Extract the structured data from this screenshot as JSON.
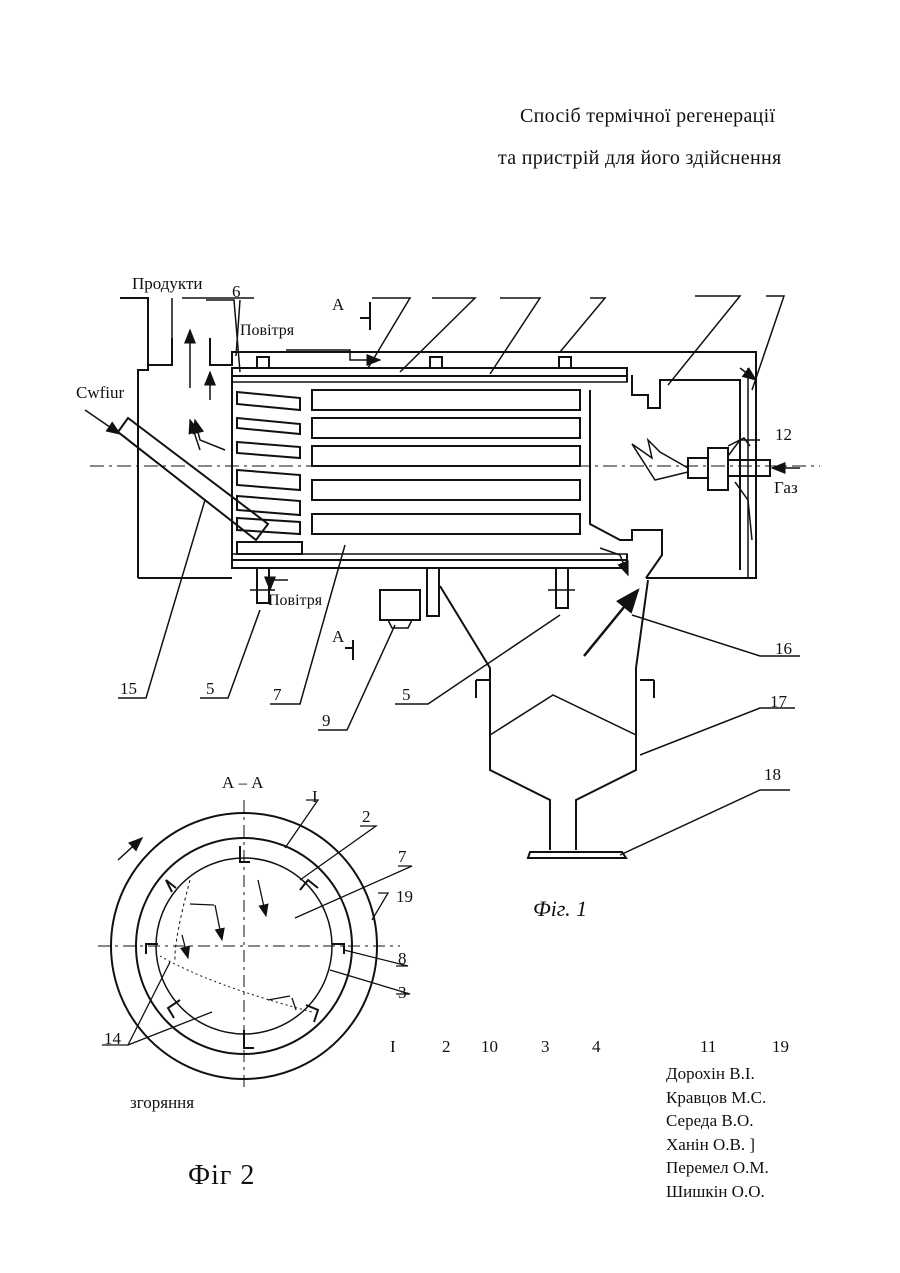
{
  "document": {
    "title_line1": "Спосіб термічної регенерації",
    "title_line2": "та пристрій для його здійснення"
  },
  "figure1": {
    "caption": "Фіг. 1",
    "labels": {
      "products": "Продукти",
      "air_top": "Повітря",
      "air_bottom": "Повітря",
      "cwfiur": "Cwfiur",
      "gas": "Газ",
      "section_a_top": "А",
      "section_a_bottom": "А"
    },
    "numbers": {
      "n6": "6",
      "n12": "12",
      "n15": "15",
      "n5a": "5",
      "n7": "7",
      "n9": "9",
      "n5b": "5",
      "n16": "16",
      "n17": "17",
      "n18": "18"
    }
  },
  "figure2": {
    "section_title": "А – А",
    "caption": "Фіг 2",
    "combustion": "згоряння",
    "numbers": {
      "n1": "І",
      "n2": "2",
      "n7": "7",
      "n19": "19",
      "n8": "8",
      "n3": "3",
      "n14": "14"
    }
  },
  "bottom_numbers": {
    "a": "І",
    "b": "2",
    "c": "10",
    "d": "3",
    "e": "4",
    "f": "11",
    "g": "19"
  },
  "authors": [
    "Дорохін В.І.",
    "Кравцов М.С.",
    "Середа В.О.",
    "Ханін О.В. ]",
    "Перемел О.М.",
    "Шишкін О.О."
  ]
}
